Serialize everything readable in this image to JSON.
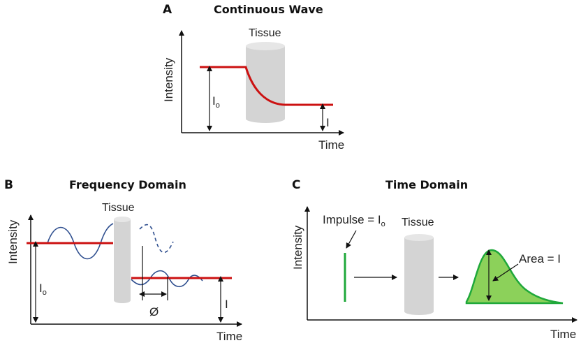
{
  "panels": {
    "a": {
      "letter": "A",
      "title": "Continuous Wave",
      "tissue": "Tissue",
      "y_axis": "Intensity",
      "x_axis": "Time",
      "i0_main": "I",
      "i0_sub": "o",
      "i_label": "I"
    },
    "b": {
      "letter": "B",
      "title": "Frequency Domain",
      "tissue": "Tissue",
      "y_axis": "Intensity",
      "x_axis": "Time",
      "i0_main": "I",
      "i0_sub": "o",
      "i_label": "I",
      "phase": "Ø"
    },
    "c": {
      "letter": "C",
      "title": "Time Domain",
      "tissue": "Tissue",
      "y_axis": "Intensity",
      "x_axis": "Time",
      "impulse_main": "Impulse = I",
      "impulse_sub": "o",
      "area": "Area = I"
    }
  },
  "colors": {
    "intensity_line": "#cc1111",
    "wave": "#2f4f8f",
    "tissue": "#d4d4d4",
    "pulse_fill": "#8cd15a",
    "pulse_stroke": "#1fa83a"
  }
}
